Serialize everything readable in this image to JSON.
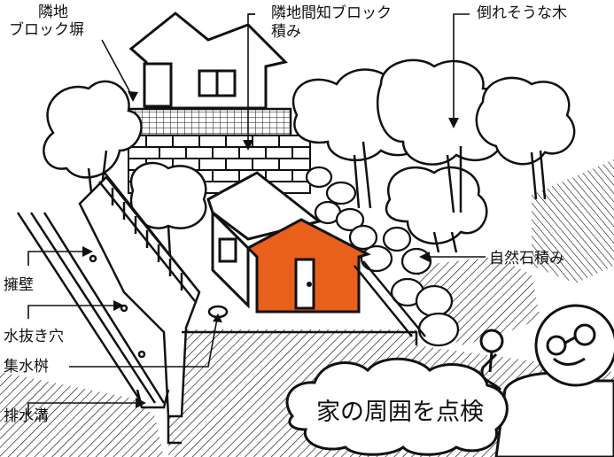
{
  "labels": {
    "neighbor_block_wall": [
      "隣地",
      "ブロック塀"
    ],
    "neighbor_gap_block": [
      "隣地間知ブロック",
      "積み"
    ],
    "falling_tree": "倒れそうな木",
    "natural_stone": "自然石積み",
    "retaining_wall": "擁壁",
    "weep_hole": "水抜き穴",
    "catch_basin": "集水桝",
    "drainage_ditch": "排水溝"
  },
  "caption": "家の周囲を点検",
  "colors": {
    "house_roof": "#e8601c",
    "line": "#111111",
    "background": "#ffffff"
  },
  "icons": [
    "magnifying-glass-icon",
    "cloud-bubble"
  ]
}
